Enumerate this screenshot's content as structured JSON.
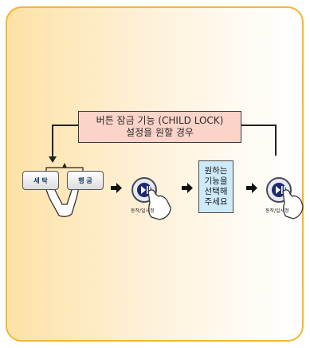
{
  "title_line1": "버튼 잠금 기능 (CHILD LOCK)",
  "title_line2": "설정을 원할 경우",
  "button_left": "세 탁",
  "button_right": "헹 굼",
  "start_label_1": "동작/일시정",
  "start_label_2": "동작/일시정",
  "select_box": [
    "원하는",
    "기능을",
    "선택해",
    "주세요"
  ],
  "colors": {
    "frame": "#f5b533",
    "tag": "#fbd3c9",
    "box": "#cdeafa"
  }
}
